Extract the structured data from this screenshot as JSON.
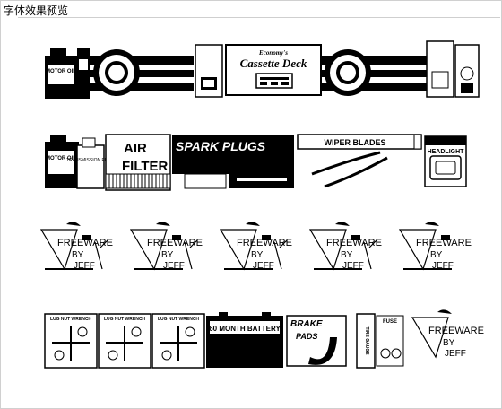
{
  "window": {
    "title": "字体效果预览"
  },
  "rows": {
    "row1": {
      "motor_oil": "MOTOR OIL",
      "cassette_top": "Economy's",
      "cassette_deck": "Cassette Deck"
    },
    "row2": {
      "motor_oil": "MOTOR OIL",
      "transmission": "TRANSMISSION FLUID",
      "air_filter_1": "AIR",
      "air_filter_2": "FILTER",
      "spark_plugs": "SPARK PLUGS",
      "wiper_blades": "WIPER BLADES",
      "headlight": "HEADLIGHT"
    },
    "row3": {
      "freeware_1": "FREEWARE",
      "freeware_2": "BY",
      "freeware_3": "JEFF"
    },
    "row4": {
      "lug_wrench": "LUG NUT WRENCH",
      "battery": "60 MONTH BATTERY",
      "brake_1": "BRAKE",
      "brake_2": "PADS",
      "tire_gauge": "TIRE GAUGE",
      "fuse": "FUSE"
    }
  },
  "icons": [
    "oil-can-icon",
    "cassette-deck-icon",
    "tape-reel-icon",
    "wiper-icon",
    "battery-icon",
    "lug-wrench-icon"
  ]
}
